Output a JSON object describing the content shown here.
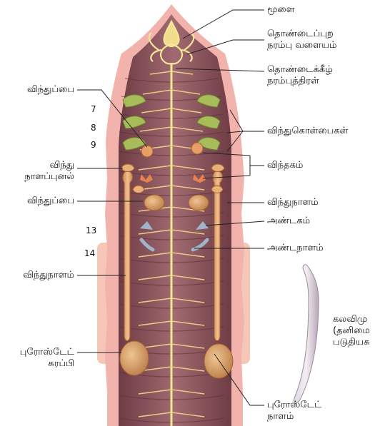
{
  "labels": {
    "brain": "மூளை",
    "pharyngeal_ring": [
      "தொண்டைப்புற",
      "நரம்பு  வளையம்"
    ],
    "subpharyngeal": [
      "தொண்டைக்கீழ்",
      "நரம்புத்திரள்"
    ],
    "seminal_vesicle_top": "விந்துப்பை",
    "spermathecae": "விந்துகொள்பைகள்",
    "sperm_funnel": [
      "விந்து",
      "நாளப்புனல்"
    ],
    "testis": "விந்தகம்",
    "seminal_vesicle_mid": "விந்துப்பை",
    "vas_deferens_right": "விந்துநாளம்",
    "ovary": "அண்டகம்",
    "oviduct": "அண்டநாளம்",
    "vas_deferens_left": "விந்துநாளம்",
    "prostate_gland": [
      "புரோஸ்டேட்",
      "சுரப்பி"
    ],
    "prostate_duct": [
      "புரோஸ்டேட்",
      "நாளம்"
    ],
    "clitellum_note": [
      "கலவிமு",
      "(தனிமை",
      "படுதியசு"
    ]
  },
  "segments": [
    "7",
    "8",
    "9",
    "13",
    "14"
  ],
  "colors": {
    "body_outer": "#f3b6b0",
    "body_inner": "#8a4f58",
    "nerve": "#f6e49a",
    "green": "#a8bd5a",
    "orange": "#e6a067",
    "blue": "#9fb4c8"
  }
}
